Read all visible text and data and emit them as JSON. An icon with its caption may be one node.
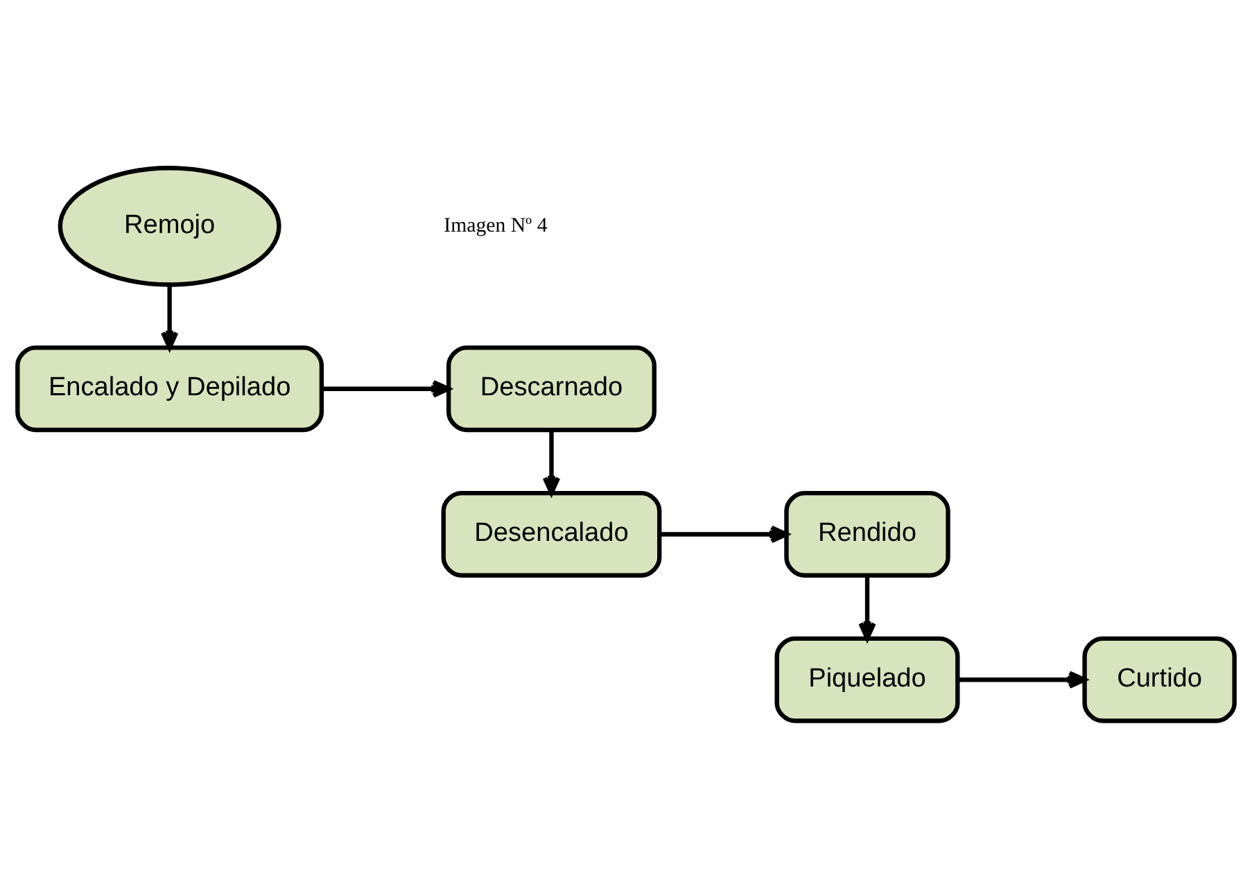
{
  "diagram": {
    "nodes": [
      {
        "text": [
          "Remojo"
        ]
      },
      {
        "text": [
          "Encalado y Depilado"
        ]
      },
      {
        "text": [
          "Descarnado"
        ]
      },
      {
        "text": [
          "Desencalado"
        ]
      },
      {
        "text": [
          "Rendido"
        ]
      },
      {
        "text": [
          "Piquelado"
        ]
      },
      {
        "text": [
          "Curtido"
        ]
      }
    ],
    "edges": [
      {
        "from": 0,
        "to": 1,
        "arrow": "to"
      },
      {
        "from": 1,
        "to": 2,
        "arrow": "to"
      },
      {
        "from": 2,
        "to": 3,
        "arrow": "to"
      },
      {
        "from": 3,
        "to": 4,
        "arrow": "to"
      },
      {
        "from": 4,
        "to": 5,
        "arrow": "to"
      },
      {
        "from": 5,
        "to": 6,
        "arrow": "to"
      }
    ],
    "labels": [
      "Imagen Nº 4"
    ]
  }
}
